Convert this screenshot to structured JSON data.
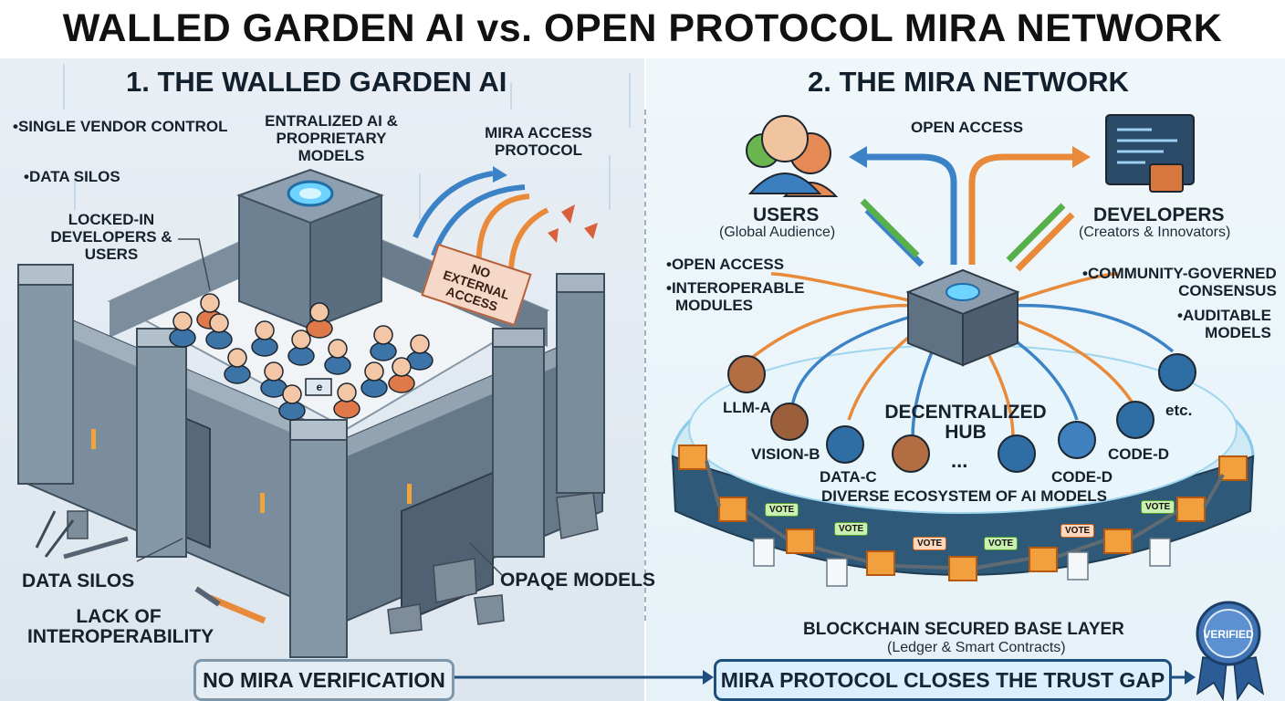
{
  "title": "WALLED GARDEN AI vs. OPEN PROTOCOL MIRA NETWORK",
  "left": {
    "heading": "1. THE WALLED GARDEN AI",
    "bullet_single_vendor": "SINGLE VENDOR CONTROL",
    "bullet_data_silos": "DATA SILOS",
    "centralized_1": "ENTRALIZED AI &",
    "centralized_2": "PROPRIETARY MODELS",
    "mira_access_1": "MIRA ACCESS",
    "mira_access_2": "PROTOCOL",
    "locked_1": "LOCKED-IN",
    "locked_2": "DEVELOPERS &",
    "locked_3": "USERS",
    "sign_1": "NO EXTERNAL",
    "sign_2": "ACCESS",
    "data_silos_bottom": "DATA SILOS",
    "lack_1": "LACK OF",
    "lack_2": "INTEROPERABILITY",
    "opaque": "OPAQE MODELS",
    "laptop_letter": "e"
  },
  "right": {
    "heading": "2. THE MIRA NETWORK",
    "open_access_top": "OPEN ACCESS",
    "users": "USERS",
    "users_sub": "(Global Audience)",
    "developers": "DEVELOPERS",
    "developers_sub": "(Creators & Innovators)",
    "bullet_open_access": "OPEN ACCESS",
    "interop_1": "INTEROPERABLE",
    "interop_2": "MODULES",
    "community_1": "COMMUNITY-GOVERNED",
    "community_2": "CONSENSUS",
    "auditable_1": "AUDITABLE",
    "auditable_2": "MODELS",
    "hub_1": "DECENTRALIZED",
    "hub_2": "HUB",
    "models": [
      "LLM-A",
      "VISION-B",
      "DATA-C",
      "...",
      "CODE-D",
      "CODE-D",
      "etc."
    ],
    "ecosystem": "DIVERSE ECOSYSTEM OF AI MODELS",
    "vote_label": "VOTE",
    "blockchain": "BLOCKCHAIN SECURED BASE LAYER",
    "blockchain_sub": "(Ledger & Smart Contracts)",
    "verified": "VERIFIED"
  },
  "footer": {
    "left": "NO MIRA VERIFICATION",
    "right": "MIRA PROTOCOL CLOSES THE TRUST GAP"
  },
  "colors": {
    "arrow_blue": "#3b83c6",
    "arrow_green": "#58b04a",
    "arrow_orange": "#e88a3a",
    "wall": "#6f8293",
    "chain_orange": "#f29a2e"
  }
}
